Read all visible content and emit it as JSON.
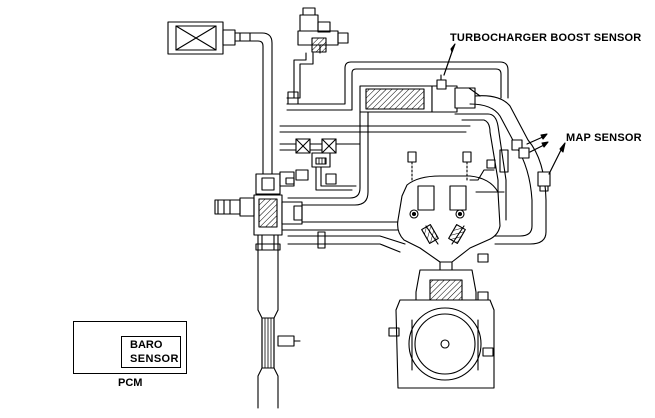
{
  "labels": {
    "turbo_boost_sensor": "TURBOCHARGER BOOST SENSOR",
    "map_sensor": "MAP SENSOR",
    "baro_line1": "BARO",
    "baro_line2": "SENSOR",
    "pcm": "PCM"
  }
}
